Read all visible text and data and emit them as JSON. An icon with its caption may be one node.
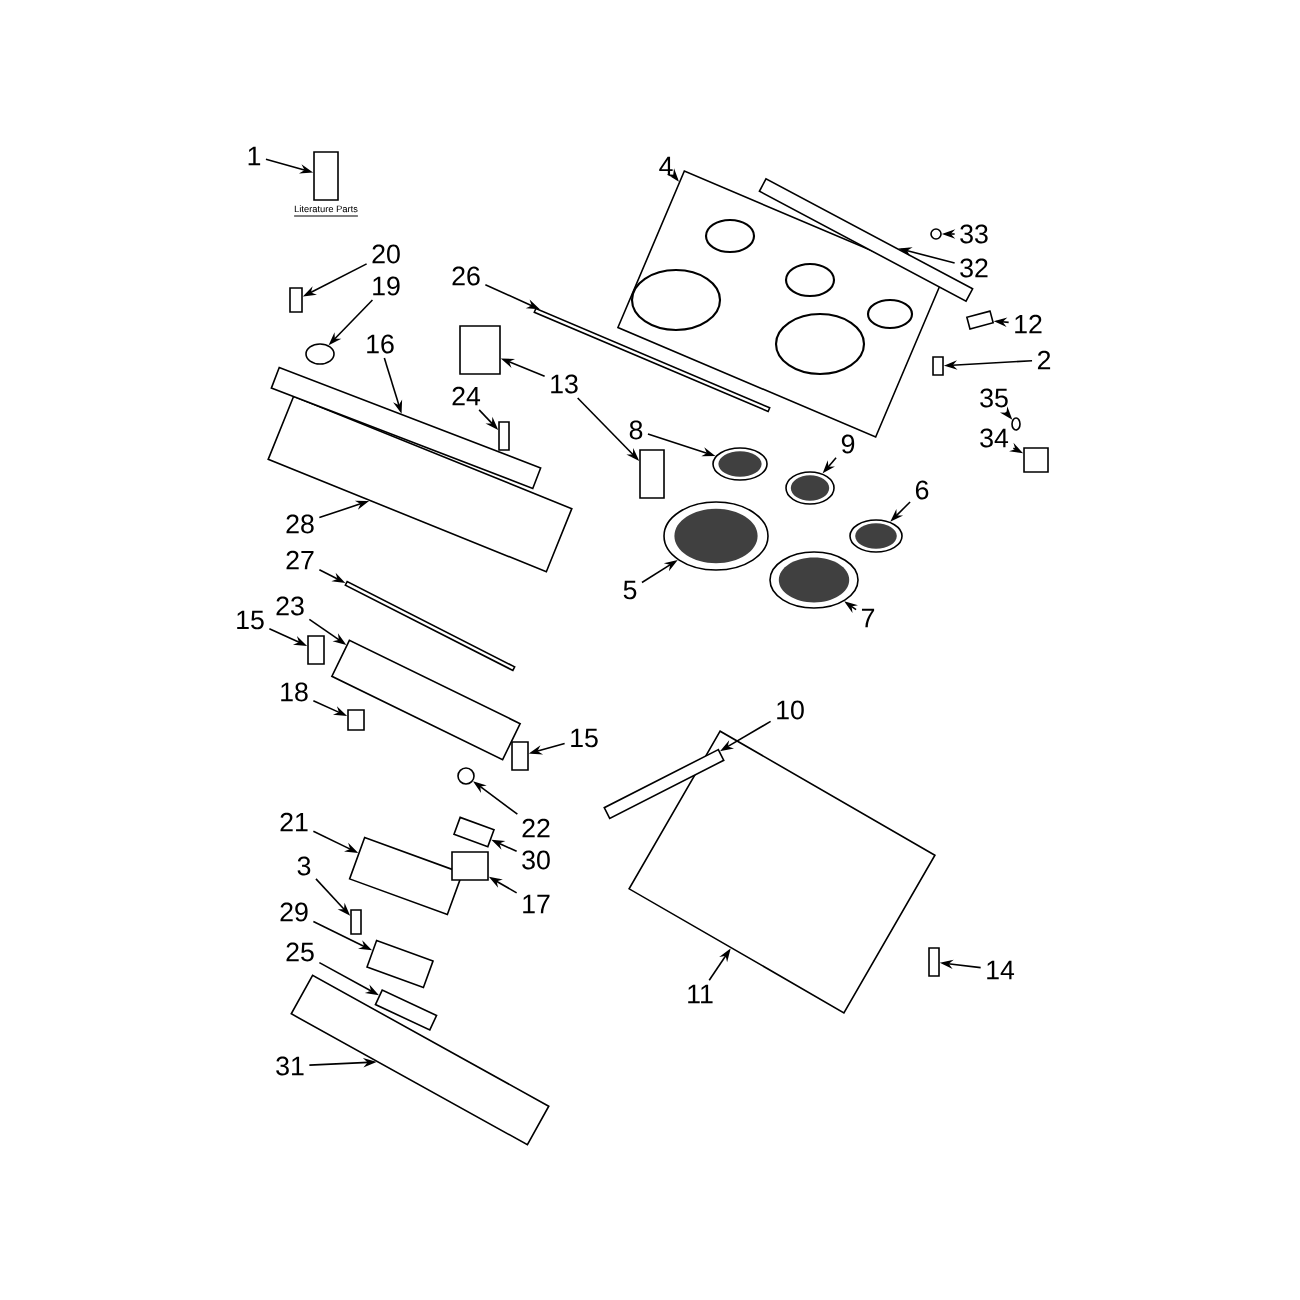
{
  "diagram": {
    "nodes": [
      {
        "text": [
          "1"
        ]
      },
      {
        "text": [],
        "shape": "box",
        "beside": [
          "Literature Parts"
        ]
      },
      {
        "text": [
          "20"
        ]
      },
      {
        "text": [],
        "shape": "box"
      },
      {
        "text": [
          "19"
        ]
      },
      {
        "text": [],
        "shape": "circle"
      },
      {
        "text": [
          "26"
        ]
      },
      {
        "text": [],
        "shape": "bar"
      },
      {
        "text": [
          "28"
        ]
      },
      {
        "text": [],
        "shape": "box"
      },
      {
        "text": [
          "16"
        ]
      },
      {
        "text": [],
        "shape": "bar"
      },
      {
        "text": [
          "13"
        ]
      },
      {
        "text": [],
        "shape": "box"
      },
      {
        "text": [],
        "shape": "box"
      },
      {
        "text": [
          "24"
        ]
      },
      {
        "text": [],
        "shape": "box"
      },
      {
        "text": [
          "27"
        ]
      },
      {
        "text": [],
        "shape": "bar"
      },
      {
        "text": [
          "4"
        ]
      },
      {
        "text": [],
        "shape": "box"
      },
      {
        "text": [
          "33"
        ]
      },
      {
        "text": [],
        "shape": "circle"
      },
      {
        "text": [
          "32"
        ]
      },
      {
        "text": [],
        "shape": "bar"
      },
      {
        "text": [
          "12"
        ]
      },
      {
        "text": [],
        "shape": "box"
      },
      {
        "text": [
          "2"
        ]
      },
      {
        "text": [],
        "shape": "box"
      },
      {
        "text": [
          "35"
        ]
      },
      {
        "text": [],
        "shape": "circle"
      },
      {
        "text": [
          "34"
        ]
      },
      {
        "text": [],
        "shape": "box"
      },
      {
        "text": [
          "8"
        ]
      },
      {
        "text": [],
        "shape": "circle"
      },
      {
        "text": [
          "9"
        ]
      },
      {
        "text": [],
        "shape": "circle"
      },
      {
        "text": [
          "6"
        ]
      },
      {
        "text": [],
        "shape": "circle"
      },
      {
        "text": [
          "5"
        ]
      },
      {
        "text": [],
        "shape": "circle"
      },
      {
        "text": [
          "7"
        ]
      },
      {
        "text": [],
        "shape": "circle"
      },
      {
        "text": [
          "23"
        ]
      },
      {
        "text": [],
        "shape": "box"
      },
      {
        "text": [
          "15"
        ]
      },
      {
        "text": [],
        "shape": "box"
      },
      {
        "text": [
          "18"
        ]
      },
      {
        "text": [],
        "shape": "box"
      },
      {
        "text": [
          "15"
        ]
      },
      {
        "text": [],
        "shape": "box"
      },
      {
        "text": [
          "22"
        ]
      },
      {
        "text": [],
        "shape": "circle"
      },
      {
        "text": [
          "30"
        ]
      },
      {
        "text": [],
        "shape": "box"
      },
      {
        "text": [
          "17"
        ]
      },
      {
        "text": [],
        "shape": "box"
      },
      {
        "text": [
          "21"
        ]
      },
      {
        "text": [],
        "shape": "box"
      },
      {
        "text": [
          "3"
        ]
      },
      {
        "text": [],
        "shape": "box"
      },
      {
        "text": [
          "29"
        ]
      },
      {
        "text": [],
        "shape": "box"
      },
      {
        "text": [
          "25"
        ]
      },
      {
        "text": [],
        "shape": "box"
      },
      {
        "text": [
          "31"
        ]
      },
      {
        "text": [],
        "shape": "box"
      },
      {
        "text": [
          "10"
        ]
      },
      {
        "text": [],
        "shape": "bar"
      },
      {
        "text": [
          "11"
        ]
      },
      {
        "text": [],
        "shape": "box"
      },
      {
        "text": [
          "14"
        ]
      },
      {
        "text": [],
        "shape": "box"
      }
    ],
    "edges": [
      {
        "from": 0,
        "to": 1,
        "arrow": "to"
      },
      {
        "from": 2,
        "to": 3,
        "arrow": "to"
      },
      {
        "from": 4,
        "to": 5,
        "arrow": "to"
      },
      {
        "from": 6,
        "to": 7,
        "arrow": "to"
      },
      {
        "from": 8,
        "to": 9,
        "arrow": "to"
      },
      {
        "from": 10,
        "to": 11,
        "arrow": "to"
      },
      {
        "from": 12,
        "to": 13,
        "arrow": "to"
      },
      {
        "from": 12,
        "to": 14,
        "arrow": "to"
      },
      {
        "from": 15,
        "to": 16,
        "arrow": "to"
      },
      {
        "from": 17,
        "to": 18,
        "arrow": "to"
      },
      {
        "from": 19,
        "to": 20,
        "arrow": "to"
      },
      {
        "from": 21,
        "to": 22,
        "arrow": "to"
      },
      {
        "from": 23,
        "to": 24,
        "arrow": "to"
      },
      {
        "from": 25,
        "to": 26,
        "arrow": "to"
      },
      {
        "from": 27,
        "to": 28,
        "arrow": "to"
      },
      {
        "from": 29,
        "to": 30,
        "arrow": "to"
      },
      {
        "from": 31,
        "to": 32,
        "arrow": "to"
      },
      {
        "from": 33,
        "to": 34,
        "arrow": "to"
      },
      {
        "from": 35,
        "to": 36,
        "arrow": "to"
      },
      {
        "from": 37,
        "to": 38,
        "arrow": "to"
      },
      {
        "from": 39,
        "to": 40,
        "arrow": "to"
      },
      {
        "from": 41,
        "to": 42,
        "arrow": "to"
      },
      {
        "from": 43,
        "to": 44,
        "arrow": "to"
      },
      {
        "from": 45,
        "to": 46,
        "arrow": "to"
      },
      {
        "from": 47,
        "to": 48,
        "arrow": "to"
      },
      {
        "from": 49,
        "to": 50,
        "arrow": "to"
      },
      {
        "from": 51,
        "to": 52,
        "arrow": "to"
      },
      {
        "from": 53,
        "to": 54,
        "arrow": "to"
      },
      {
        "from": 55,
        "to": 56,
        "arrow": "to"
      },
      {
        "from": 57,
        "to": 58,
        "arrow": "to"
      },
      {
        "from": 59,
        "to": 60,
        "arrow": "to"
      },
      {
        "from": 61,
        "to": 62,
        "arrow": "to"
      },
      {
        "from": 63,
        "to": 64,
        "arrow": "to"
      },
      {
        "from": 65,
        "to": 66,
        "arrow": "to"
      },
      {
        "from": 67,
        "to": 68,
        "arrow": "to"
      },
      {
        "from": 69,
        "to": 70,
        "arrow": "to"
      },
      {
        "from": 71,
        "to": 72,
        "arrow": "to"
      }
    ]
  }
}
